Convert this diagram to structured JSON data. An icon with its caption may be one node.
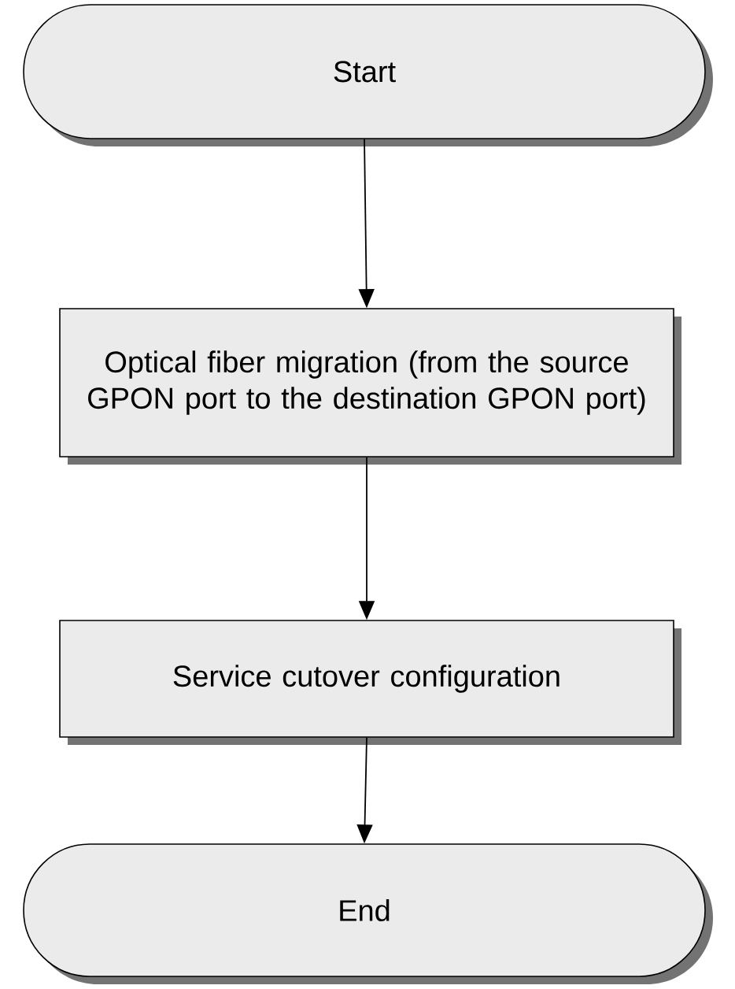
{
  "diagram": {
    "nodes": [
      {
        "text": [
          "Start"
        ]
      },
      {
        "text": [
          "Optical fiber migration (from the source GPON port to the destination GPON port)"
        ]
      },
      {
        "text": [
          "Service cutover configuration"
        ]
      },
      {
        "text": [
          "End"
        ]
      }
    ],
    "edges": [
      {
        "from": 0,
        "to": 1,
        "arrow": "to"
      },
      {
        "from": 1,
        "to": 2,
        "arrow": "to"
      },
      {
        "from": 2,
        "to": 3,
        "arrow": "to"
      }
    ]
  }
}
